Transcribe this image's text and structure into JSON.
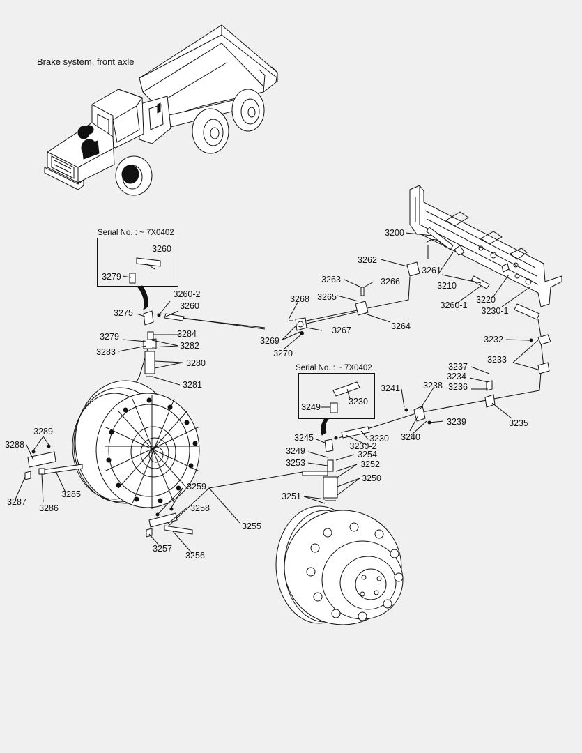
{
  "title": "Brake system, front axle",
  "serial_upper": "Serial No. : ~ 7X0402",
  "serial_lower": "Serial No. : ~ 7X0402",
  "parts": {
    "p3200": "3200",
    "p3210": "3210",
    "p3220": "3220",
    "p3230_1": "3230-1",
    "p3232": "3232",
    "p3233": "3233",
    "p3234": "3234",
    "p3235": "3235",
    "p3236": "3236",
    "p3237": "3237",
    "p3238": "3238",
    "p3239": "3239",
    "p3240": "3240",
    "p3241": "3241",
    "p3260_1": "3260-1",
    "p3261": "3261",
    "p3262": "3262",
    "p3263": "3263",
    "p3264": "3264",
    "p3265": "3265",
    "p3266": "3266",
    "p3267": "3267",
    "p3268": "3268",
    "p3269": "3269",
    "p3270": "3270",
    "p3260_inset": "3260",
    "p3279_inset": "3279",
    "p3260_2": "3260-2",
    "p3260": "3260",
    "p3275": "3275",
    "p3284": "3284",
    "p3279": "3279",
    "p3282": "3282",
    "p3283": "3283",
    "p3280": "3280",
    "p3281": "3281",
    "p3230_inset": "3230",
    "p3249_inset": "3249",
    "p3245": "3245",
    "p3230": "3230",
    "p3230_2": "3230-2",
    "p3249": "3249",
    "p3254": "3254",
    "p3253": "3253",
    "p3252": "3252",
    "p3250": "3250",
    "p3251": "3251",
    "p3289": "3289",
    "p3288": "3288",
    "p3287": "3287",
    "p3286": "3286",
    "p3285": "3285",
    "p3259": "3259",
    "p3258": "3258",
    "p3255": "3255",
    "p3257": "3257",
    "p3256": "3256"
  }
}
